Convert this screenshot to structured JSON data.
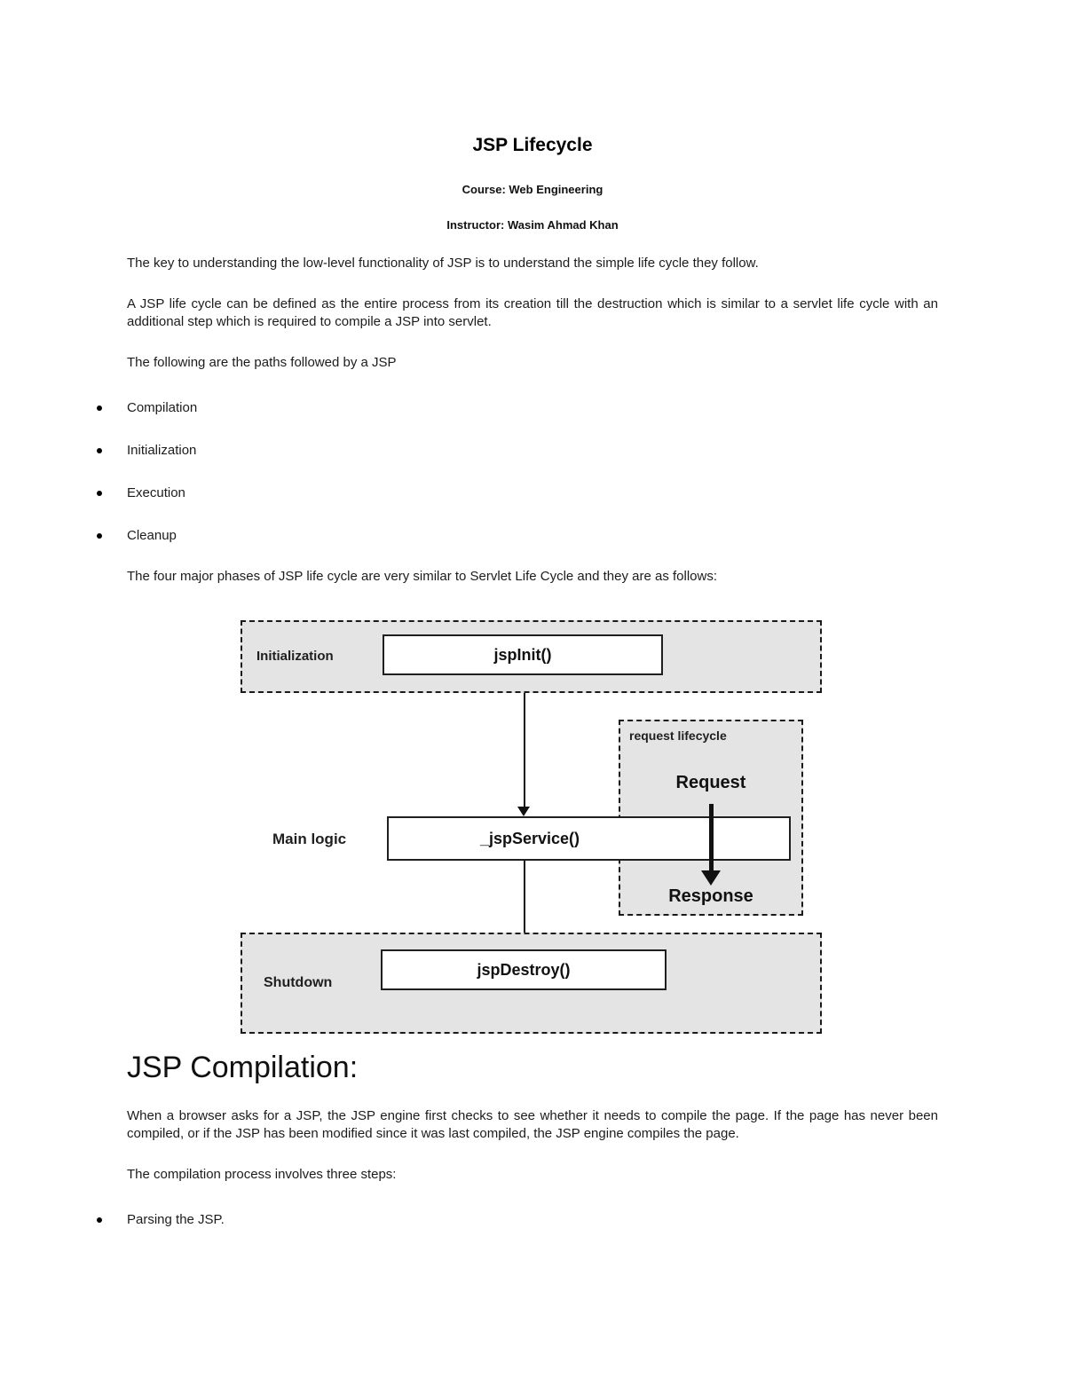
{
  "header": {
    "title": "JSP Lifecycle",
    "course": "Course: Web Engineering",
    "instructor": "Instructor: Wasim Ahmad Khan"
  },
  "intro": {
    "p1": "The key to understanding the low-level functionality of JSP is to understand the simple life cycle they follow.",
    "p2": "A JSP life cycle can be defined as the entire process from its creation till the destruction which is similar to a servlet life cycle with an additional step which is required to compile a JSP into servlet.",
    "p3": "The following are the paths followed by a JSP",
    "bullets": [
      "Compilation",
      "Initialization",
      "Execution",
      "Cleanup"
    ],
    "p4": "The four major phases of JSP life cycle are very similar to Servlet Life Cycle and they are as follows:"
  },
  "diagram": {
    "initialization": {
      "label": "Initialization",
      "box": "jspInit()"
    },
    "main_logic": {
      "label": "Main logic",
      "box": "_jspService()"
    },
    "shutdown": {
      "label": "Shutdown",
      "box": "jspDestroy()"
    },
    "request_lifecycle": {
      "label": "request lifecycle",
      "request": "Request",
      "response": "Response"
    },
    "colors": {
      "panel_bg": "#e4e4e4",
      "border": "#1a1a1a",
      "box_bg": "#ffffff",
      "text": "#111111"
    }
  },
  "compilation": {
    "heading": "JSP Compilation:",
    "p1": "When a browser asks for a JSP, the JSP engine first checks to see whether it needs to compile the page. If the page has never been compiled, or if the JSP has been modified since it was last compiled, the JSP engine compiles the page.",
    "p2": "The compilation process involves three steps:",
    "bullets": [
      "Parsing the JSP."
    ]
  }
}
